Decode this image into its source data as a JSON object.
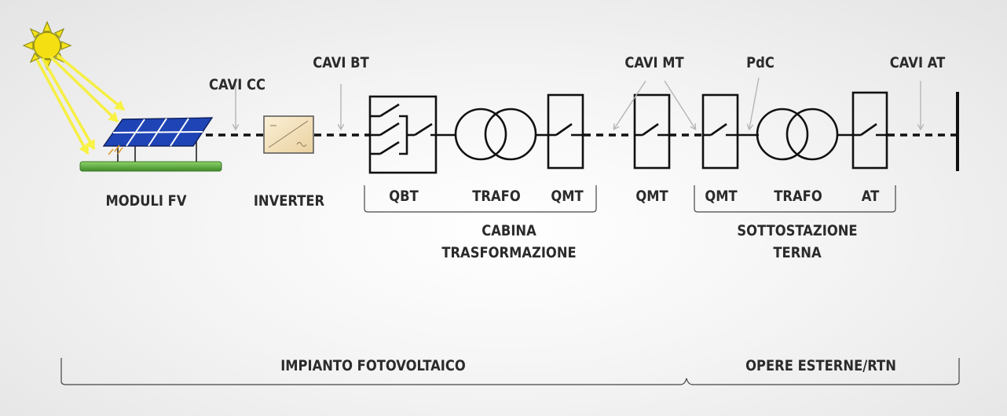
{
  "labels": {
    "cavi_cc": "CAVI CC",
    "cavi_bt": "CAVI BT",
    "cavi_mt": "CAVI MT",
    "pdc": "PdC",
    "cavi_at": "CAVI AT",
    "moduli_fv": "MODULI FV",
    "inverter": "INVERTER",
    "qbt": "QBT",
    "trafo_1": "TRAFO",
    "qmt_1": "QMT",
    "qmt_2": "QMT",
    "qmt_3": "QMT",
    "trafo_2": "TRAFO",
    "at": "AT",
    "cabina_line1": "CABINA",
    "cabina_line2": "TRASFORMAZIONE",
    "sottostazione_line1": "SOTTOSTAZIONE",
    "sottostazione_line2": "TERNA",
    "impianto": "IMPIANTO FOTOVOLTAICO",
    "opere": "OPERE ESTERNE/RTN"
  },
  "icons": [
    "sun-icon",
    "solar-panel-icon",
    "inverter-icon",
    "switch-icon",
    "transformer-icon",
    "busbar-icon"
  ],
  "colors": {
    "line": "#111111",
    "sun": "#f5e21a",
    "sun_outline": "#9c9a1a",
    "ray": "#f9f33a",
    "panel": "#1c3fae",
    "ground": "#5aa63c",
    "inverter": "#f5e3bd",
    "arrow": "#b9b9b9"
  }
}
